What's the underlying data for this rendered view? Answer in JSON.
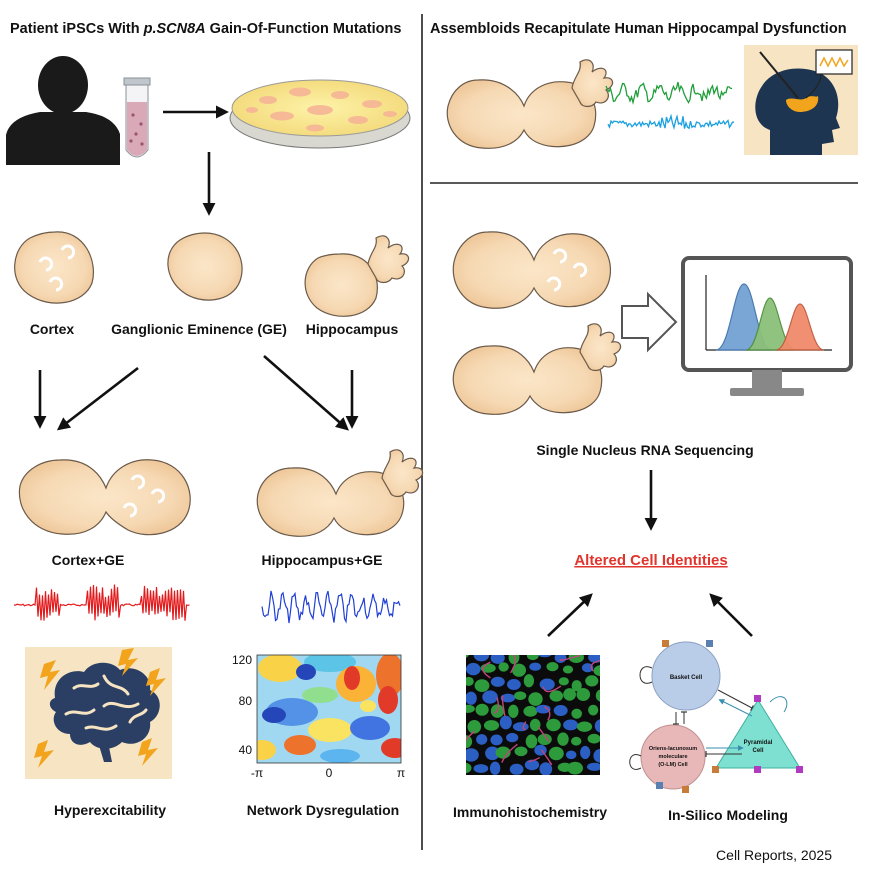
{
  "left_panel": {
    "title_pre": "Patient iPSCs With ",
    "title_gene": "p.SCN8A",
    "title_post": " Gain-Of-Function Mutations",
    "organoids": {
      "cortex": "Cortex",
      "ge": "Ganglionic Eminence (GE)",
      "hippocampus": "Hippocampus"
    },
    "assembloids": {
      "cortex_ge": "Cortex+GE",
      "hippocampus_ge": "Hippocampus+GE"
    },
    "outcomes": {
      "hyperexcitability": "Hyperexcitability",
      "network": "Network Dysregulation"
    },
    "heatmap": {
      "y_ticks": [
        "120",
        "80",
        "40"
      ],
      "x_ticks": [
        "-π",
        "0",
        "π"
      ]
    }
  },
  "right_panel": {
    "title": "Assembloids Recapitulate Human Hippocampal Dysfunction",
    "snrna": "Single Nucleus RNA Sequencing",
    "result": "Altered Cell Identities",
    "ihc": "Immunohistochemistry",
    "modeling": "In-Silico Modeling",
    "model_cells": {
      "basket": "Basket Cell",
      "olm_line1": "Oriens-lacunosum",
      "olm_line2": "moleculare",
      "olm_line3": "(O-LM) Cell",
      "pyramidal_line1": "Pyramidal",
      "pyramidal_line2": "Cell"
    }
  },
  "citation": "Cell Reports, 2025",
  "colors": {
    "organoid_fill": "#f8dfbe",
    "organoid_stroke": "#6b5a4a",
    "trace_red": "#e31a1c",
    "trace_blue": "#1f3fd6",
    "result_red": "#e0342c"
  }
}
